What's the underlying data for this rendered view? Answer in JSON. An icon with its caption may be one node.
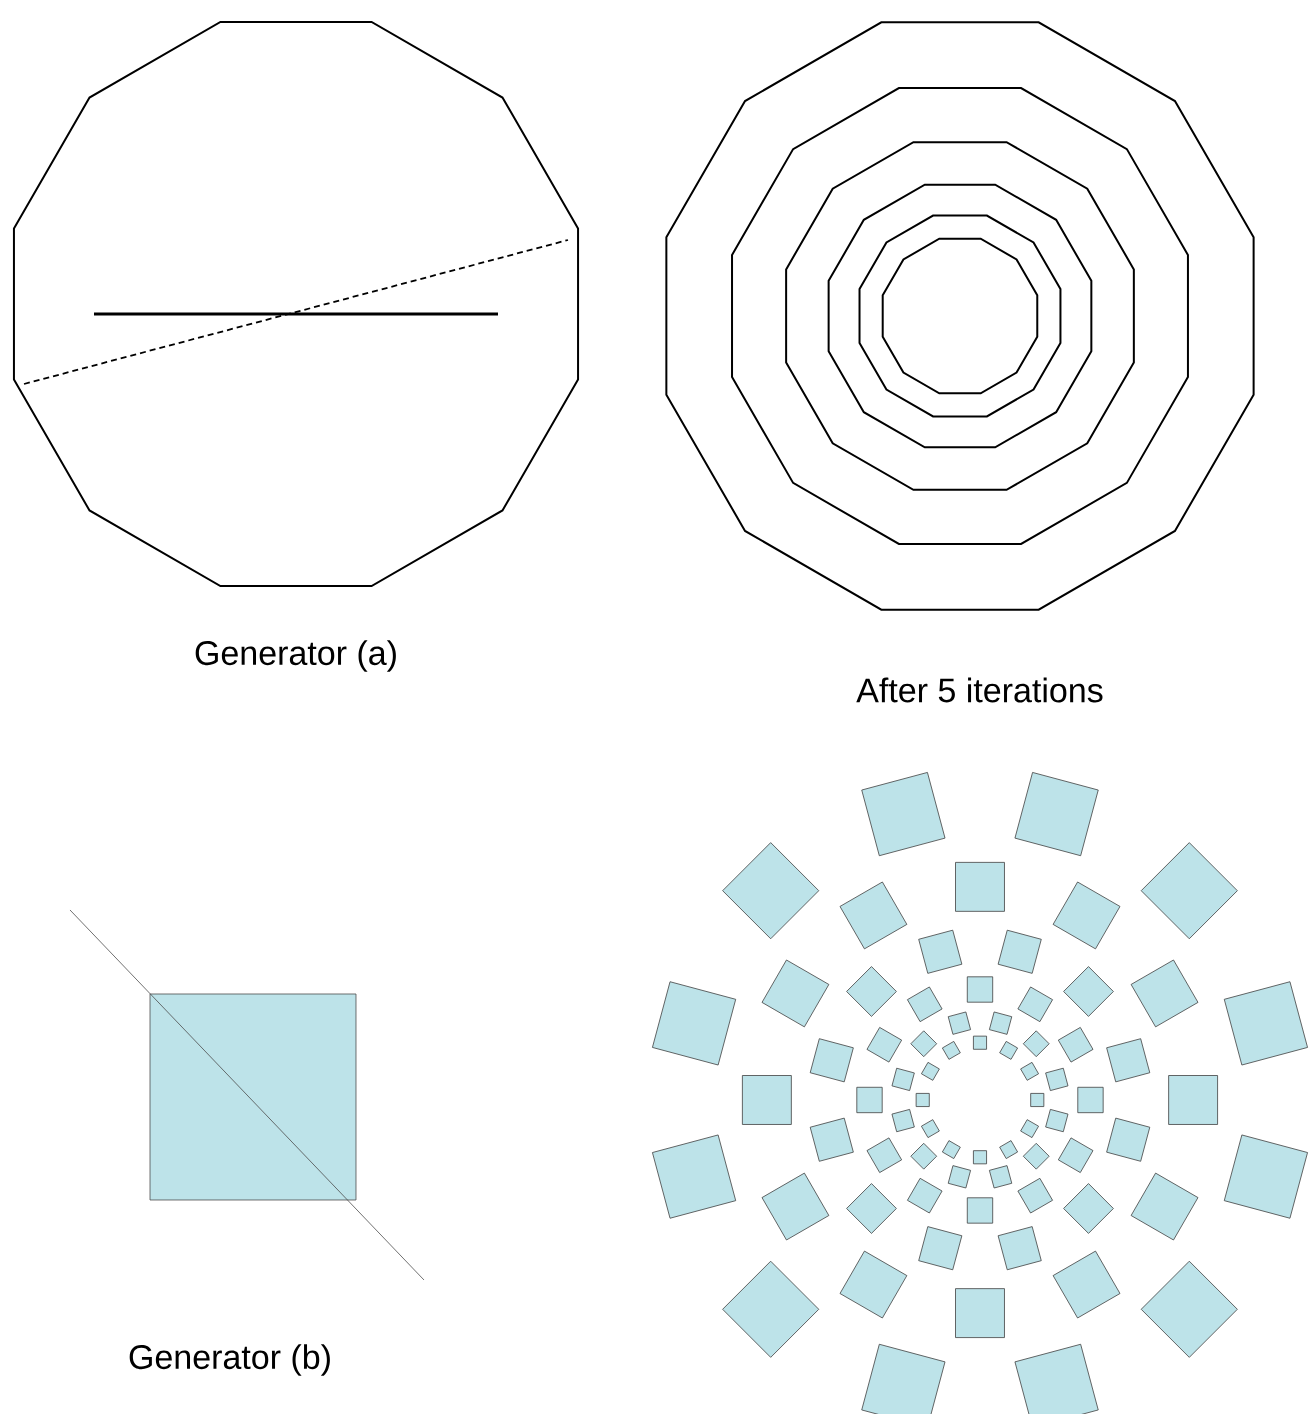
{
  "diagram": {
    "labels": [
      "Generator (a)",
      "After 5 iterations",
      "Generator (b)"
    ]
  }
}
